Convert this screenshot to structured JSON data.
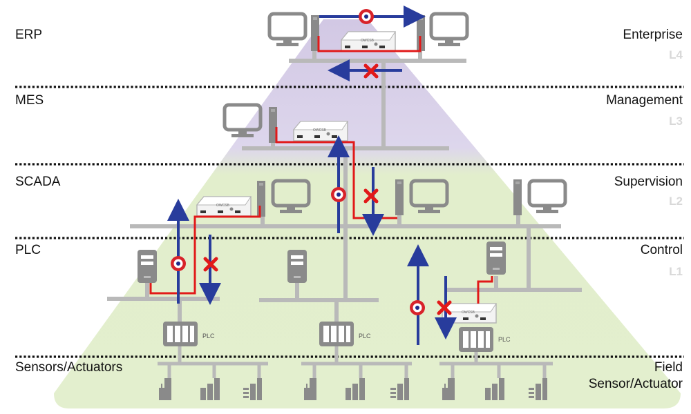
{
  "layers_left": [
    "ERP",
    "MES",
    "SCADA",
    "PLC",
    "Sensors/Actuators"
  ],
  "layers_right": [
    "Enterprise",
    "Management",
    "Supervision",
    "Control",
    "Field",
    "Sensor/Actuator"
  ],
  "levels": [
    "L4",
    "L3",
    "L2",
    "L1"
  ],
  "plc_label": "PLC",
  "device_label": "OWCSB",
  "colors": {
    "pyramid_green": "#e3efce",
    "pyramid_purple": "#d6cfe6",
    "network_gray": "#b9b9b9",
    "device_gray": "#8c8c8c",
    "link_red": "#e11919",
    "arrow_blue": "#283c9c"
  }
}
